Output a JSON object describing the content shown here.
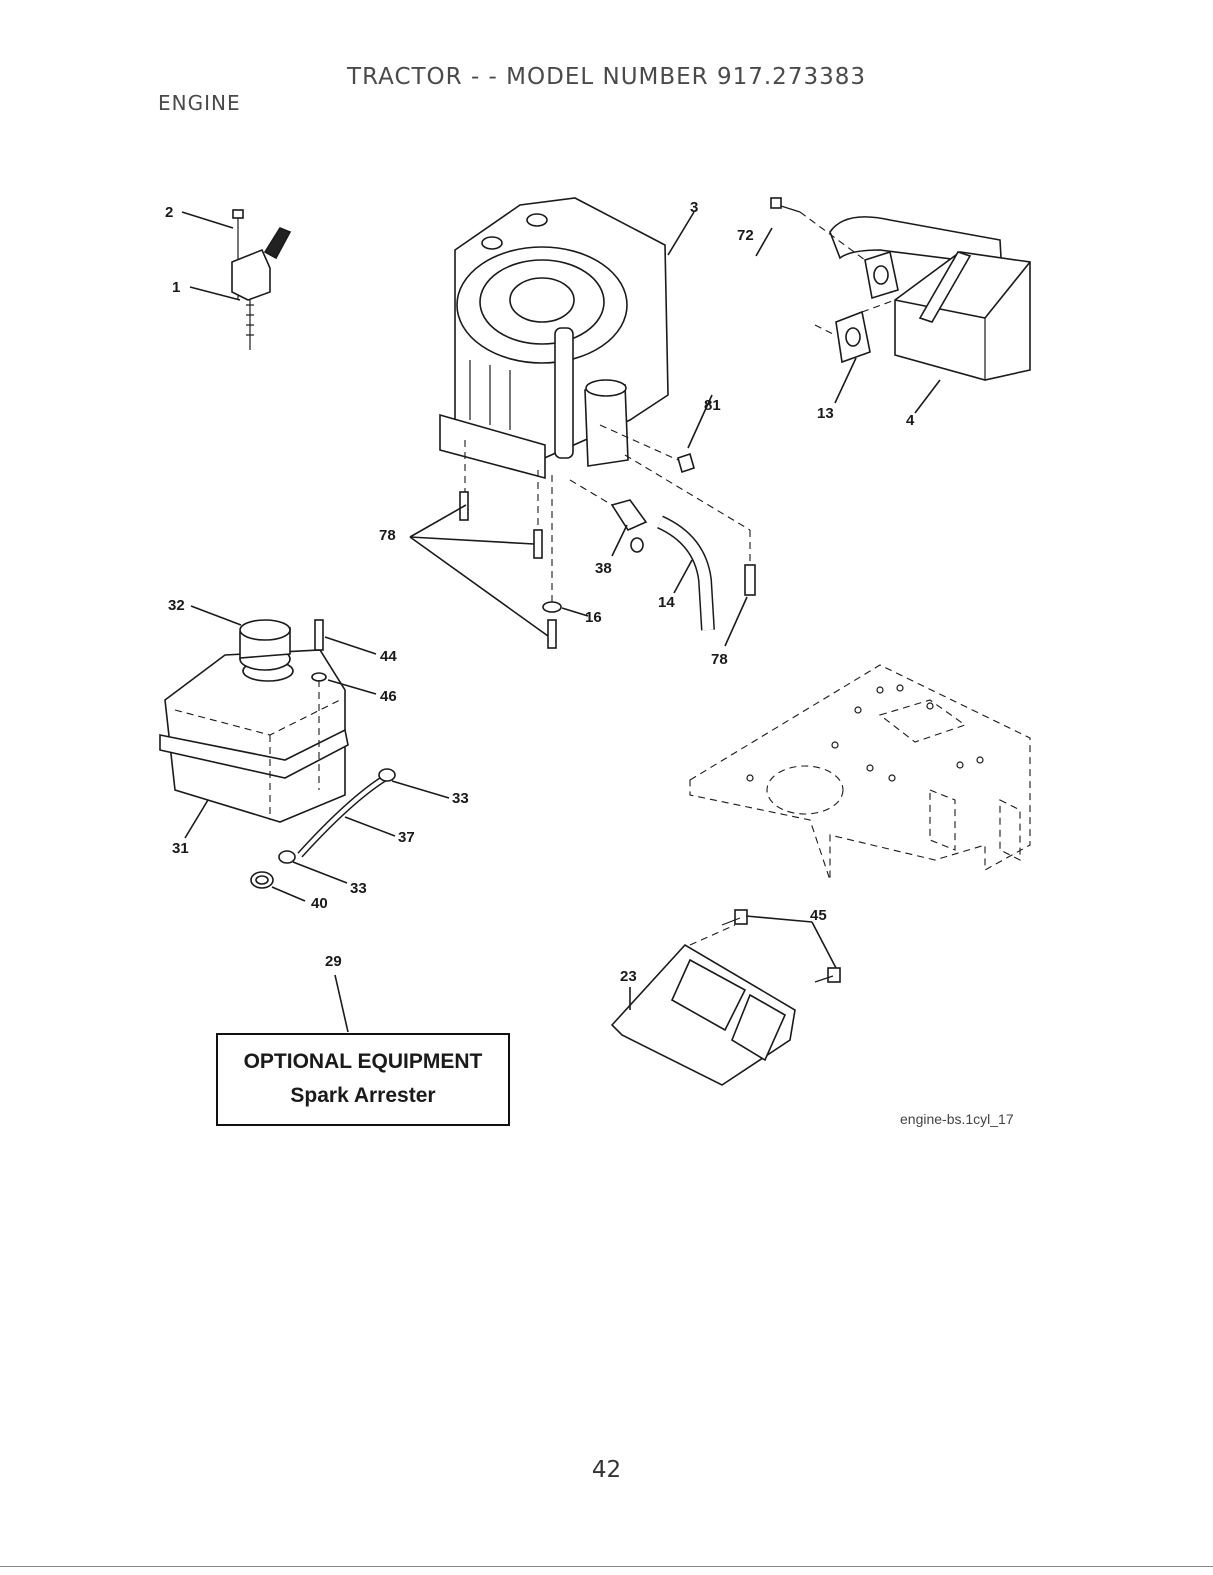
{
  "header": {
    "title": "TRACTOR - - MODEL NUMBER 917.273383",
    "section": "ENGINE"
  },
  "callouts": {
    "c1": "1",
    "c2": "2",
    "c3": "3",
    "c4": "4",
    "c13": "13",
    "c14": "14",
    "c16": "16",
    "c23": "23",
    "c29": "29",
    "c31": "31",
    "c32": "32",
    "c33a": "33",
    "c33b": "33",
    "c37": "37",
    "c38": "38",
    "c40": "40",
    "c44": "44",
    "c45": "45",
    "c46": "46",
    "c72": "72",
    "c78a": "78",
    "c78b": "78",
    "c81": "81"
  },
  "optional_box": {
    "line1": "OPTIONAL EQUIPMENT",
    "line2": "Spark Arrester"
  },
  "drawing_ref": "engine-bs.1cyl_17",
  "page_number": "42"
}
